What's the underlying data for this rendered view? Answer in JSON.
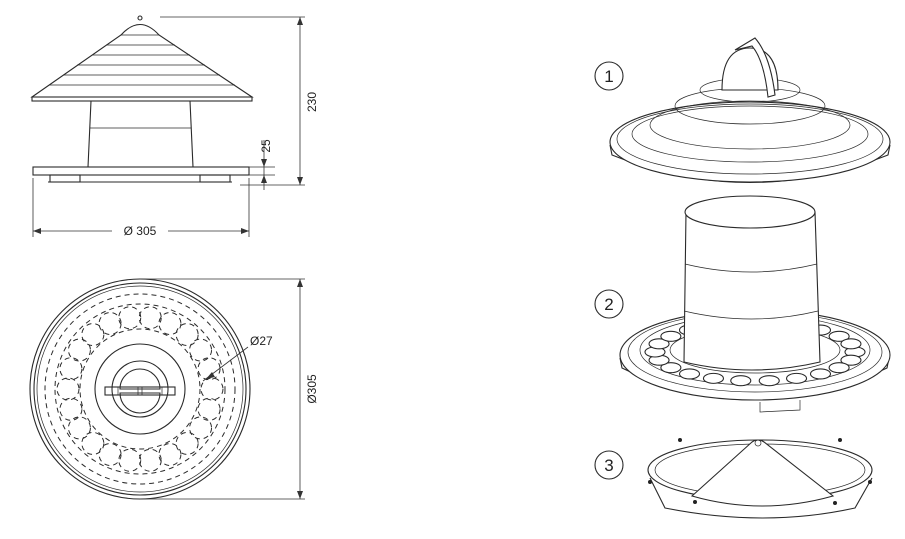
{
  "side_view": {
    "dim_height": "230",
    "dim_base": "25",
    "dim_width": "Ø 305"
  },
  "top_view": {
    "dim_hole": "Ø27",
    "dim_diameter": "Ø305"
  },
  "exploded_view": {
    "callouts": [
      "1",
      "2",
      "3"
    ]
  }
}
